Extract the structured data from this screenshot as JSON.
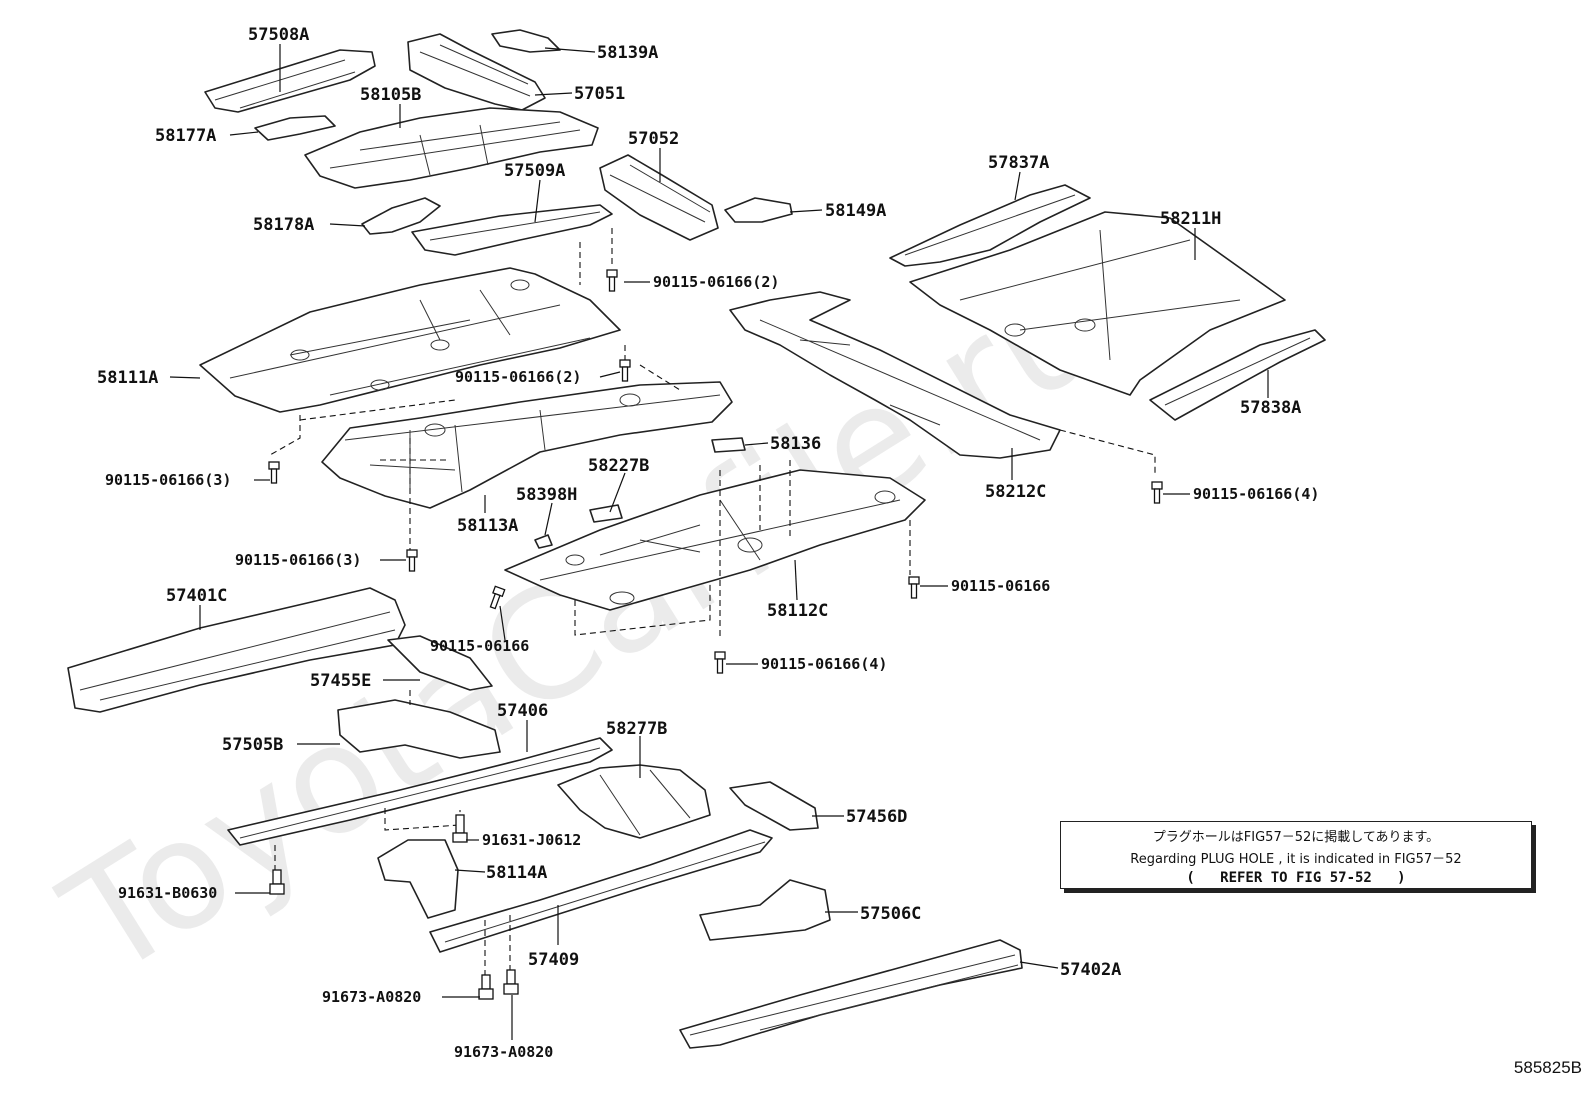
{
  "watermark": "ToyotaCarfile.ru",
  "diagram_code": "585825B",
  "note": {
    "line1": "プラグホールはFIG57－52に掲載してあります。",
    "line2": "Regarding  PLUG HOLE , it is indicated in FIG57－52",
    "line3": "(   REFER TO FIG 57-52   )"
  },
  "labels": {
    "p57508A": "57508A",
    "p58139A": "58139A",
    "p57051": "57051",
    "p58105B": "58105B",
    "p58177A": "58177A",
    "p57052": "57052",
    "p57509A": "57509A",
    "p58149A": "58149A",
    "p58178A": "58178A",
    "p57837A": "57837A",
    "p58211H": "58211H",
    "b1": "90115-06166(2)",
    "p58111A": "58111A",
    "b2": "90115-06166(2)",
    "p57838A": "57838A",
    "p58136": "58136",
    "b3": "90115-06166(3)",
    "p58227B": "58227B",
    "p58212C": "58212C",
    "b4": "90115-06166(4)",
    "p58398H": "58398H",
    "p58113A": "58113A",
    "b5": "90115-06166(3)",
    "b6": "90115-06166",
    "p57401C": "57401C",
    "b7": "90115-06166",
    "p58112C": "58112C",
    "b8": "90115-06166(4)",
    "p57455E": "57455E",
    "p57406": "57406",
    "p58277B": "58277B",
    "p57505B": "57505B",
    "p57456D": "57456D",
    "b9": "91631-J0612",
    "p58114A": "58114A",
    "b10": "91631-B0630",
    "p57506C": "57506C",
    "p57409": "57409",
    "p57402A": "57402A",
    "b11": "91673-A0820",
    "b12": "91673-A0820"
  }
}
